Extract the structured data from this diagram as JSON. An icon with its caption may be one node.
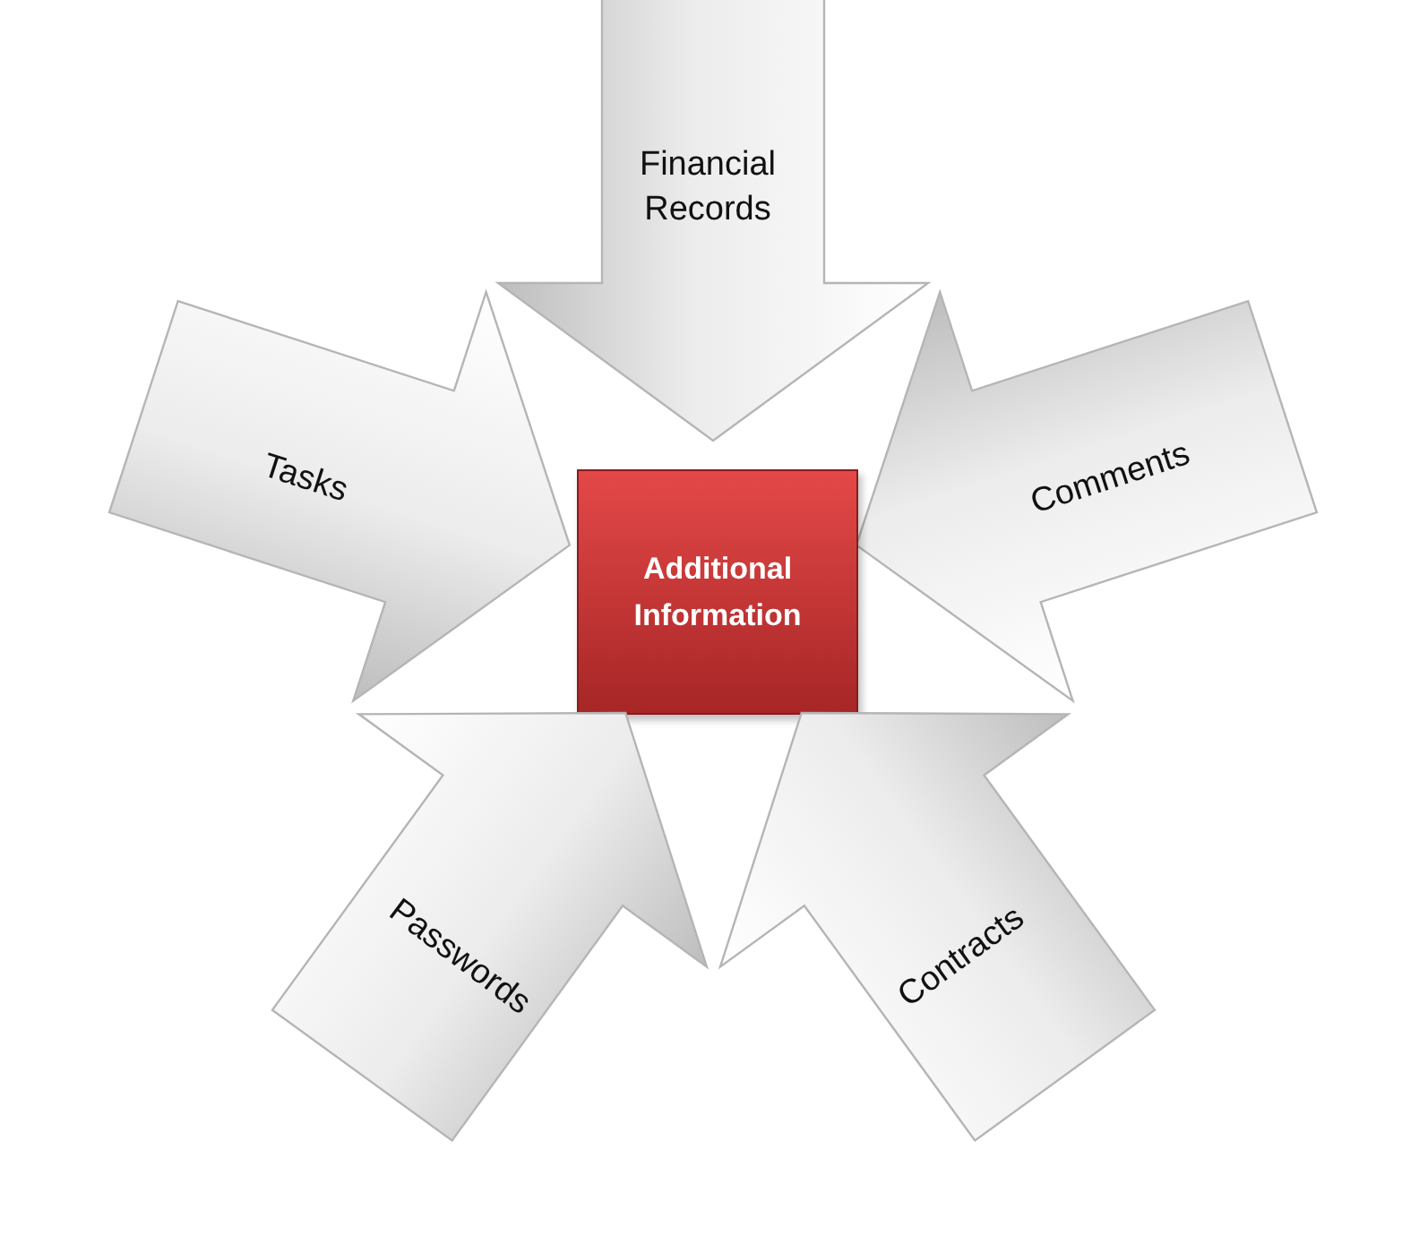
{
  "diagram": {
    "nodes": [
      {
        "text": [
          "Financial Records"
        ]
      },
      {
        "text": [
          "Tasks"
        ]
      },
      {
        "text": [
          "Comments"
        ]
      },
      {
        "text": [
          "Additional Information"
        ]
      },
      {
        "text": [
          "Passwords"
        ]
      },
      {
        "text": [
          "Contracts"
        ]
      }
    ]
  }
}
